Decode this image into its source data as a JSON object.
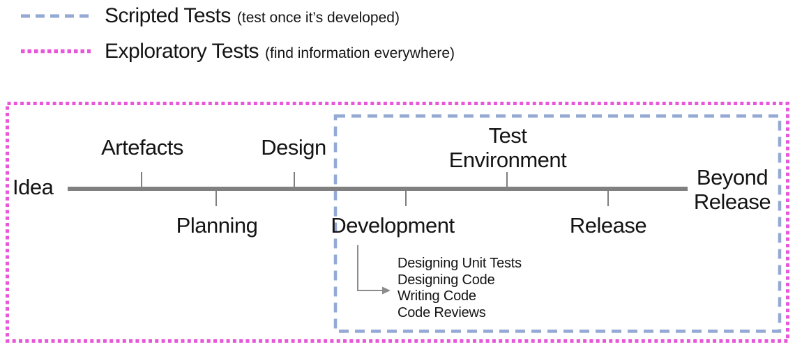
{
  "colors": {
    "scripted_blue": "#94a9d4",
    "exploratory_pink": "#e857da",
    "timeline_gray": "#808080",
    "arrow_gray": "#8c8c8c",
    "text_black": "#141414"
  },
  "legend": {
    "scripted": {
      "name": "Scripted Tests",
      "note": "(test once it’s developed)",
      "line_style": "dashed"
    },
    "exploratory": {
      "name": "Exploratory Tests",
      "note": "(find information everywhere)",
      "line_style": "dotted"
    }
  },
  "timeline": {
    "start_label": "Idea",
    "end_label": "Beyond Release",
    "milestones": [
      {
        "label": "Artefacts",
        "side": "above"
      },
      {
        "label": "Planning",
        "side": "below"
      },
      {
        "label": "Design",
        "side": "above"
      },
      {
        "label": "Development",
        "side": "below"
      },
      {
        "label": "Test Environment",
        "side": "above"
      },
      {
        "label": "Release",
        "side": "below"
      }
    ]
  },
  "development_details": {
    "items": [
      "Designing Unit Tests",
      "Designing Code",
      "Writing Code",
      "Code Reviews"
    ]
  }
}
